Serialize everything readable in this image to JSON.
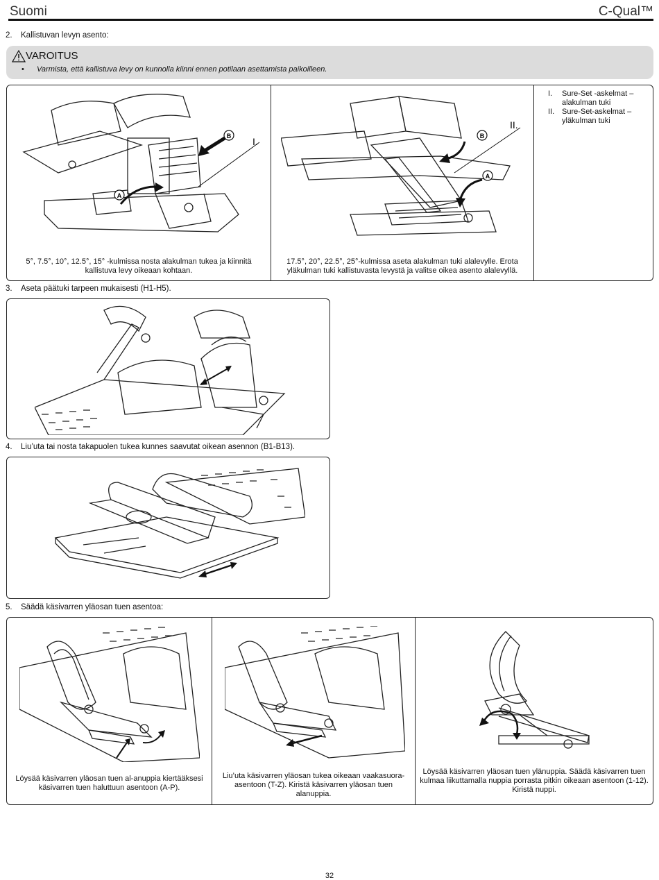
{
  "header": {
    "language": "Suomi",
    "brand": "C-Qual™"
  },
  "steps": {
    "s2": {
      "num": "2.",
      "text": "Kallistuvan levyn asento:"
    },
    "s3": {
      "num": "3.",
      "text": "Aseta päätuki tarpeen mukaisesti (H1-H5)."
    },
    "s4": {
      "num": "4.",
      "text": "Liu’uta tai nosta takapuolen tukea kunnes saavutat oikean asennon (B1-B13)."
    },
    "s5": {
      "num": "5.",
      "text": "Säädä käsivarren yläosan tuen asentoa:"
    }
  },
  "warning": {
    "title": "VAROITUS",
    "bullet": "Varmista, että kallistuva levy on kunnolla kiinni ennen potilaan asettamista paikoilleen."
  },
  "panel1": {
    "caption_left": "5°, 7.5°, 10°, 12.5°, 15° -kulmissa nosta alakulman tukea ja kiinnitä kallistuva levy oikeaan kohtaan.",
    "caption_mid": "17.5°, 20°, 22.5°, 25°-kulmissa aseta alakulman tuki alalevylle. Erota yläkulman tuki kallistuvasta levystä ja valitse oikea asento alalevyllä.",
    "callout_a": "A",
    "callout_b": "B",
    "roman_1": "I.",
    "roman_2": "II.",
    "legend": [
      {
        "rn": "I.",
        "text": "Sure-Set -askelmat – alakulman tuki"
      },
      {
        "rn": "II.",
        "text": "Sure-Set-askelmat – yläkulman tuki"
      }
    ]
  },
  "panel5": {
    "caption_1": "Löysää käsivarren yläosan tuen al-anuppia kiertääksesi käsivarren tuen haluttuun asentoon (A-P).",
    "caption_2": "Liu’uta käsivarren yläosan tukea oikeaan vaakasuora-asentoon (T-Z). Kiristä käsivarren yläosan tuen alanuppia.",
    "caption_3": "Löysää käsivarren yläosan tuen ylänuppia. Säädä käsivarren tuen kulmaa liikuttamalla nuppia porrasta pitkin oikeaan asentoon (1-12). Kiristä nuppi."
  },
  "page_number": "32"
}
